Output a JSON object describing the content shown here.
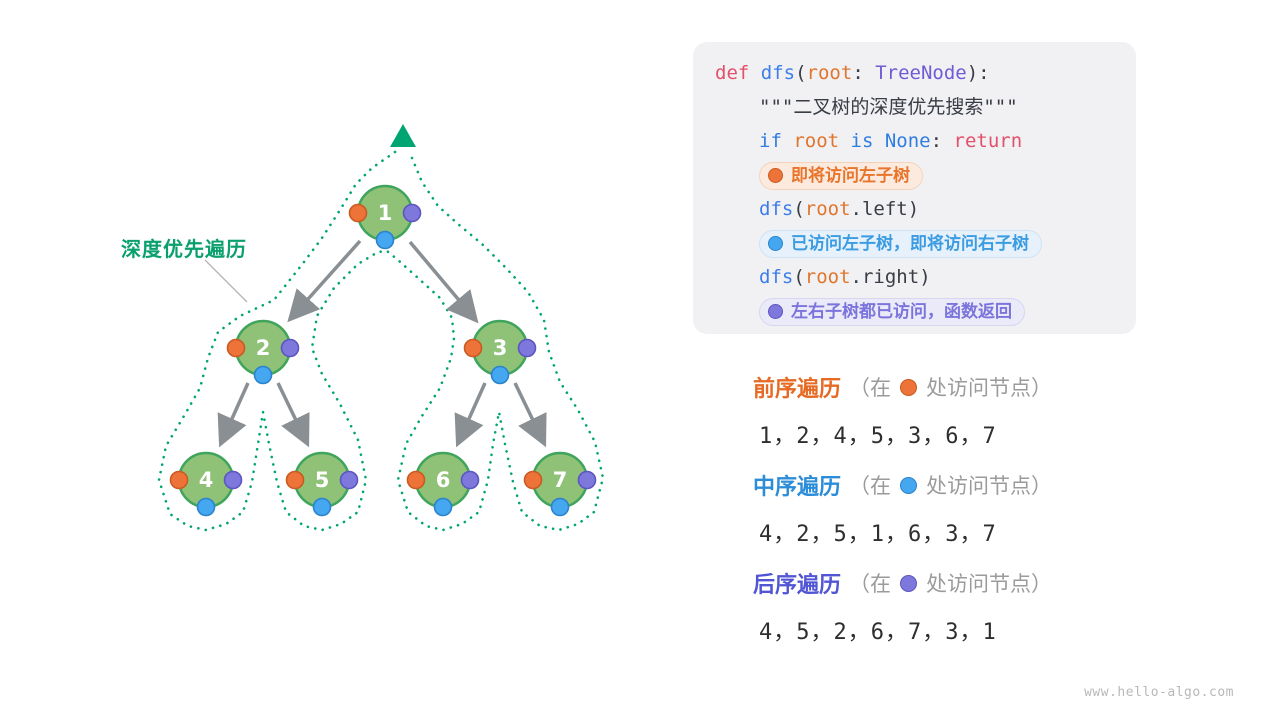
{
  "watermark": "www.hello-algo.com",
  "tree": {
    "label": "深度优先遍历",
    "node_values": [
      1,
      2,
      3,
      4,
      5,
      6,
      7
    ]
  },
  "code": {
    "line1": {
      "kw": "def ",
      "fn": "dfs",
      "p1": "(",
      "arg": "root",
      "sep": ": ",
      "type": "TreeNode",
      "p2": "):"
    },
    "docstring": "\"\"\"二叉树的深度优先搜索\"\"\"",
    "line3": {
      "kw1": "if ",
      "arg": "root",
      "kw2": " is ",
      "none": "None",
      "sep": ": ",
      "ret": "return"
    },
    "badge1": "即将访问左子树",
    "line5": {
      "fn": "dfs",
      "p1": "(",
      "arg": "root",
      "mem": ".left",
      "p2": ")"
    },
    "badge2": "已访问左子树，即将访问右子树",
    "line7": {
      "fn": "dfs",
      "p1": "(",
      "arg": "root",
      "mem": ".right",
      "p2": ")"
    },
    "badge3": "左右子树都已访问，函数返回"
  },
  "traversals": [
    {
      "title": "前序遍历",
      "pre": "（在",
      "post": "处访问节点）",
      "sequence": "1，2，4，5，3，6，7"
    },
    {
      "title": "中序遍历",
      "pre": "（在",
      "post": "处访问节点）",
      "sequence": "4，2，5，1，6，3，7"
    },
    {
      "title": "后序遍历",
      "pre": "（在",
      "post": "处访问节点）",
      "sequence": "4，5，2，6，7，3，1"
    }
  ]
}
